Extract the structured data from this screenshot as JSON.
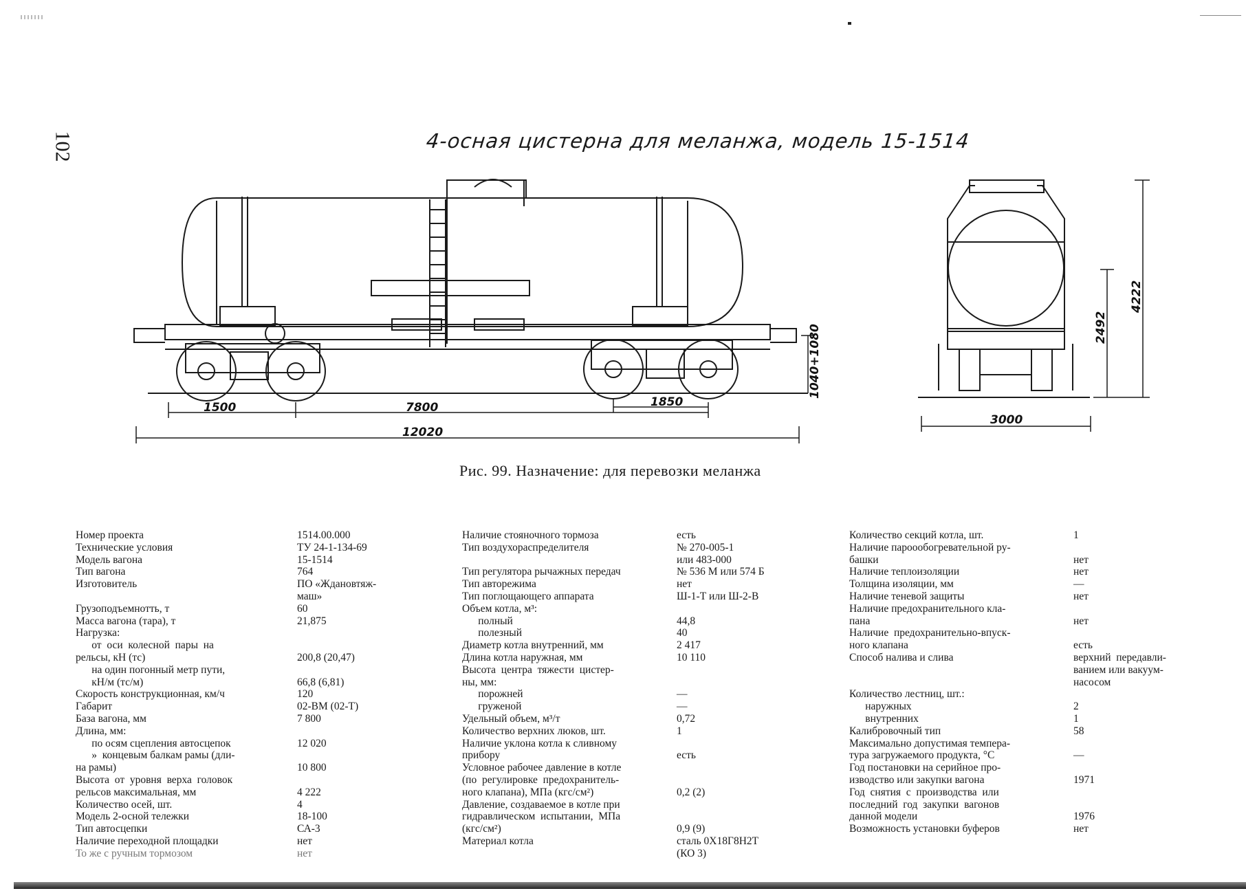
{
  "page_number": "102",
  "drawing_title": "4-осная цистерна для меланжа, модель 15-1514",
  "dimensions": {
    "d1500": "1500",
    "d7800": "7800",
    "d1850": "1850",
    "d12020": "12020",
    "d1040": "1040+1080",
    "d3000": "3000",
    "d2492": "2492",
    "d4222": "4222"
  },
  "caption": "Рис. 99. Назначение: для перевозки меланжа",
  "specs": {
    "col1": [
      {
        "label": "Номер проекта",
        "value": "1514.00.000"
      },
      {
        "label": "Технические условия",
        "value": "ТУ 24-1-134-69"
      },
      {
        "label": "Модель вагона",
        "value": "15-1514"
      },
      {
        "label": "Тип вагона",
        "value": "764"
      },
      {
        "label": "Изготовитель",
        "value": "ПО «Ждановтяж-\nмаш»"
      },
      {
        "label": "Грузоподъемнотть, т",
        "value": "60"
      },
      {
        "label": "Масса вагона (тара), т",
        "value": "21,875"
      },
      {
        "label": "Нагрузка:",
        "value": ""
      },
      {
        "label": "      от  оси  колесной  пары  на\nрельсы, кН (тс)",
        "value": "\n200,8 (20,47)"
      },
      {
        "label": "      на один погонный метр пути,\n      кН/м (тс/м)",
        "value": "\n66,8 (6,81)"
      },
      {
        "label": "Скорость конструкционная, км/ч",
        "value": "120"
      },
      {
        "label": "Габарит",
        "value": "02-ВМ (02-Т)"
      },
      {
        "label": "База вагона, мм",
        "value": "7 800"
      },
      {
        "label": "Длина, мм:",
        "value": ""
      },
      {
        "label": "      по осям сцепления автосцепок",
        "value": "12 020"
      },
      {
        "label": "      »  концевым балкам рамы (дли-\nна рамы)",
        "value": "\n10 800"
      },
      {
        "label": "Высота  от  уровня  верха  головок\nрельсов максимальная, мм",
        "value": "\n4 222"
      },
      {
        "label": "Количество осей, шт.",
        "value": "4"
      },
      {
        "label": "Модель 2-осной тележки",
        "value": "18-100"
      },
      {
        "label": "Тип автосцепки",
        "value": "СА-3"
      },
      {
        "label": "Наличие переходной площадки",
        "value": "нет"
      },
      {
        "label": "То же с ручным тормозом",
        "value": "нет"
      }
    ],
    "col2": [
      {
        "label": "Наличие стояночного тормоза",
        "value": "есть"
      },
      {
        "label": "Тип воздухораспределителя",
        "value": "№ 270-005-1\nили 483-000"
      },
      {
        "label": "Тип регулятора рычажных передач",
        "value": "№ 536 М или 574 Б"
      },
      {
        "label": "Тип авторежима",
        "value": "нет"
      },
      {
        "label": "Тип поглощающего аппарата",
        "value": "Ш-1-Т или Ш-2-В"
      },
      {
        "label": "Объем котла, м³:",
        "value": ""
      },
      {
        "label": "      полный",
        "value": "44,8"
      },
      {
        "label": "      полезный",
        "value": "40"
      },
      {
        "label": "Диаметр котла внутренний, мм",
        "value": "2 417"
      },
      {
        "label": "Длина котла наружная, мм",
        "value": "10 110"
      },
      {
        "label": "Высота  центра  тяжести  цистер-\nны, мм:",
        "value": ""
      },
      {
        "label": "      порожней",
        "value": "—"
      },
      {
        "label": "      груженой",
        "value": "—"
      },
      {
        "label": "Удельный объем, м³/т",
        "value": "0,72"
      },
      {
        "label": "Количество верхних люков, шт.",
        "value": "1"
      },
      {
        "label": "Наличие уклона котла к сливному\nприбору",
        "value": "\nесть"
      },
      {
        "label": "Условное рабочее давление в котле\n(по  регулировке  предохранитель-\nного клапана), МПа (кгс/см²)",
        "value": "\n\n0,2 (2)"
      },
      {
        "label": "Давление, создаваемое в котле при\nгидравлическом  испытании,  МПа\n(кгс/см²)",
        "value": "\n\n0,9 (9)"
      },
      {
        "label": "Материал котла",
        "value": "сталь 0Х18Г8Н2Т\n(КО 3)"
      }
    ],
    "col3": [
      {
        "label": "Количество секций котла, шт.",
        "value": "1"
      },
      {
        "label": "Наличие пароообогревательной ру-\nбашки",
        "value": "\nнет"
      },
      {
        "label": "Наличие теплоизоляции",
        "value": "нет"
      },
      {
        "label": "Толщина изоляции, мм",
        "value": "—"
      },
      {
        "label": "Наличие теневой защиты",
        "value": "нет"
      },
      {
        "label": "Наличие предохранительного кла-\nпана",
        "value": "\nнет"
      },
      {
        "label": "Наличие  предохранительно-впуск-\nного клапана",
        "value": "\nесть"
      },
      {
        "label": "Способ налива и слива",
        "value": "верхний  передавли-\nванием или вакуум-\nнасосом"
      },
      {
        "label": "Количество лестниц, шт.:",
        "value": ""
      },
      {
        "label": "      наружных",
        "value": "2"
      },
      {
        "label": "      внутренних",
        "value": "1"
      },
      {
        "label": "Калибровочный тип",
        "value": "58"
      },
      {
        "label": "Максимально допустимая темпера-\nтура загружаемого продукта, °С",
        "value": "\n—"
      },
      {
        "label": "Год постановки на серийное про-\nизводство или закупки вагона",
        "value": "\n1971"
      },
      {
        "label": "Год  снятия  с  производства  или\nпоследний  год  закупки  вагонов\nданной модели",
        "value": "\n\n1976"
      },
      {
        "label": "Возможность установки буферов",
        "value": "нет"
      }
    ]
  }
}
